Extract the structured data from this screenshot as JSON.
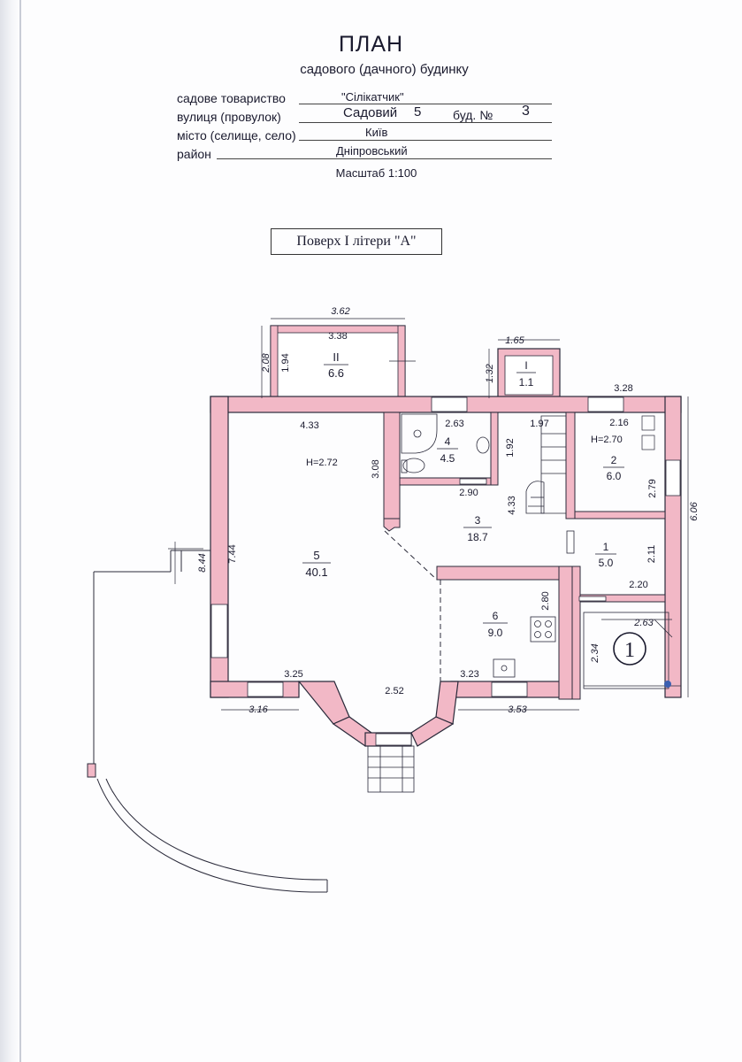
{
  "header": {
    "title": "ПЛАН",
    "subtitle": "садового (дачного) будинку"
  },
  "form": {
    "society_label": "садове товариство",
    "society_value": "\"Сілікатчик\"",
    "street_label": "вулиця (провулок)",
    "street_value": "Садовий",
    "street_number": "5",
    "building_label": "буд. №",
    "building_value": "3",
    "city_label": "місто (селище, село)",
    "city_value": "Київ",
    "district_label": "район",
    "district_value": "Дніпровський",
    "scale": "Масштаб 1:100"
  },
  "floor_title": "Поверх  I  літери \"А\"",
  "rooms": {
    "r1_num": "1",
    "r1_area": "5.0",
    "r2_num": "2",
    "r2_area": "6.0",
    "r2_height": "H=2.70",
    "r3_num": "3",
    "r3_area": "18.7",
    "r4_num": "4",
    "r4_area": "4.5",
    "r5_num": "5",
    "r5_area": "40.1",
    "r5_height": "H=2.72",
    "r6_num": "6",
    "r6_area": "9.0",
    "rI_num": "I",
    "rI_area": "1.1",
    "rII_num": "II",
    "rII_area": "6.6",
    "circle_mark": "1"
  },
  "dimensions": {
    "d_362": "3.62",
    "d_338": "3.38",
    "d_208": "2.08",
    "d_194": "1.94",
    "d_165": "1.65",
    "d_132": "1.32",
    "d_328": "3.28",
    "d_216": "2.16",
    "d_279": "2.79",
    "d_606": "6.06",
    "d_433a": "4.33",
    "d_263a": "2.63",
    "d_192": "1.92",
    "d_197": "1.97",
    "d_308": "3.08",
    "d_290": "2.90",
    "d_433b": "4.33",
    "d_211": "2.11",
    "d_220": "2.20",
    "d_263b": "2.63",
    "d_234": "2.34",
    "d_844": "8.44",
    "d_744": "7.44",
    "d_280": "2.80",
    "d_325": "3.25",
    "d_252": "2.52",
    "d_323": "3.23",
    "d_316": "3.16",
    "d_353": "3.53"
  }
}
